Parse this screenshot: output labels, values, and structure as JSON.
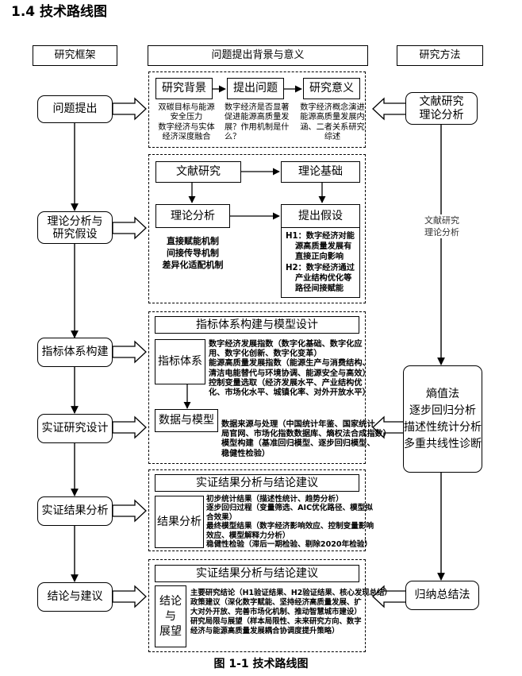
{
  "section_title": "1.4 技术路线图",
  "columns": {
    "left": "研究框架",
    "center": "问题提出背景与意义",
    "right": "研究方法"
  },
  "framework": [
    "问题提出",
    "理论分析与\n研究假设",
    "指标体系构建",
    "实证研究设计",
    "实证结果分析",
    "结论与建议"
  ],
  "methods": {
    "top": "文献研究\n理论分析",
    "side_label": "文献研究\n理论分析",
    "middle": [
      "熵值法",
      "逐步回归分析",
      "描述性统计分析",
      "多重共线性诊断"
    ],
    "bottom": "归纳总结法"
  },
  "block1": {
    "headers": [
      "研究背景",
      "提出问题",
      "研究意义"
    ],
    "texts": [
      [
        "双碳目标与能源",
        "安全压力",
        "数字经济与实体",
        "经济深度融合"
      ],
      [
        "数字经济是否显著",
        "促进能源高质量发",
        "展？作用机制是什",
        "么？"
      ],
      [
        "数字经济概念演进",
        "能源高质量发展内",
        "涵、二者关系研究",
        "综述"
      ]
    ]
  },
  "block2": {
    "lit": "文献研究",
    "basis": "理论基础",
    "theory": "理论分析",
    "hypo": "提出假设",
    "mechanisms": [
      "直接赋能机制",
      "间接传导机制",
      "差异化适配机制"
    ],
    "hypotheses": [
      "H1：数字经济对能",
      "源高质量发展有",
      "直接正向影响",
      "H2：数字经济通过",
      "产业结构优化等",
      "路径间接赋能"
    ]
  },
  "block3": {
    "title": "指标体系构建与模型设计",
    "index_label": "指标体系",
    "index_text": [
      "数字经济发展指数（数字化基础、数字化应",
      "用、数字化创新、数字化变革）",
      "能源高质量发展指数（能源生产与消费结构、",
      "清洁电能替代与环境协调、能源安全与高效）",
      "控制变量选取（经济发展水平、产业结构优",
      "化、市场化水平、城镇化率、对外开放水平）"
    ],
    "model_label": "数据与模型",
    "model_text": [
      "数据来源与处理（中国统计年鉴、国家统计",
      "局官网、市场化指数数据库、熵权法合成指数）",
      "模型构建（基准回归模型、逐步回归模型、",
      "稳健性检验）"
    ]
  },
  "block4": {
    "title": "实证结果分析与结论建议",
    "label": "结果分析",
    "text": [
      "初步统计结果（描述性统计、趋势分析）",
      "逐步回归过程（变量筛选、AIC优化路径、模型拟",
      "合效果）",
      "最终模型结果（数字经济影响效应、控制变量影响",
      "效应、模型解释力分析）",
      "稳健性检验（滞后一期检验、剔除2020年检验）"
    ]
  },
  "block5": {
    "title": "实证结果分析与结论建议",
    "label": "结论与\n展望",
    "text": [
      "主要研究结论（H1验证结果、H2验证结果、核心发现总结）",
      "政策建议（深化数字赋能、坚持经济高质量发展、扩",
      "大对外开放、完善市场化机制、推动智慧城市建设）",
      "研究局限与展望（样本局限性、未来研究方向、数字",
      "经济与能源高质量发展耦合协调度提升策略）"
    ]
  },
  "caption": "图 1-1 技术路线图"
}
